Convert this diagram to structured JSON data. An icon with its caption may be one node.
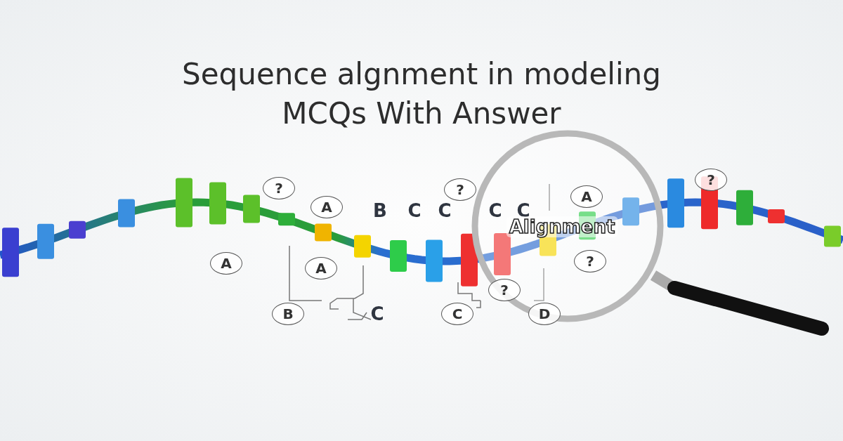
{
  "diagram": {
    "title": "Sequence algnment in modeling MCQs With Answer",
    "nodes": [
      {
        "text": [
          "?"
        ]
      },
      {
        "text": [
          "A"
        ]
      },
      {
        "text": [
          "?"
        ]
      },
      {
        "text": [
          "A"
        ]
      },
      {
        "text": [
          "?"
        ]
      },
      {
        "text": [
          "A"
        ]
      },
      {
        "text": [
          "A"
        ]
      },
      {
        "text": [
          "?"
        ]
      },
      {
        "text": [
          "?"
        ]
      },
      {
        "text": [
          "B"
        ]
      },
      {
        "text": [
          "C"
        ]
      },
      {
        "text": [
          "D"
        ]
      }
    ],
    "edges": [],
    "labels": [
      "B",
      "C",
      "C",
      "C",
      "C",
      "Alignment",
      "C"
    ]
  }
}
